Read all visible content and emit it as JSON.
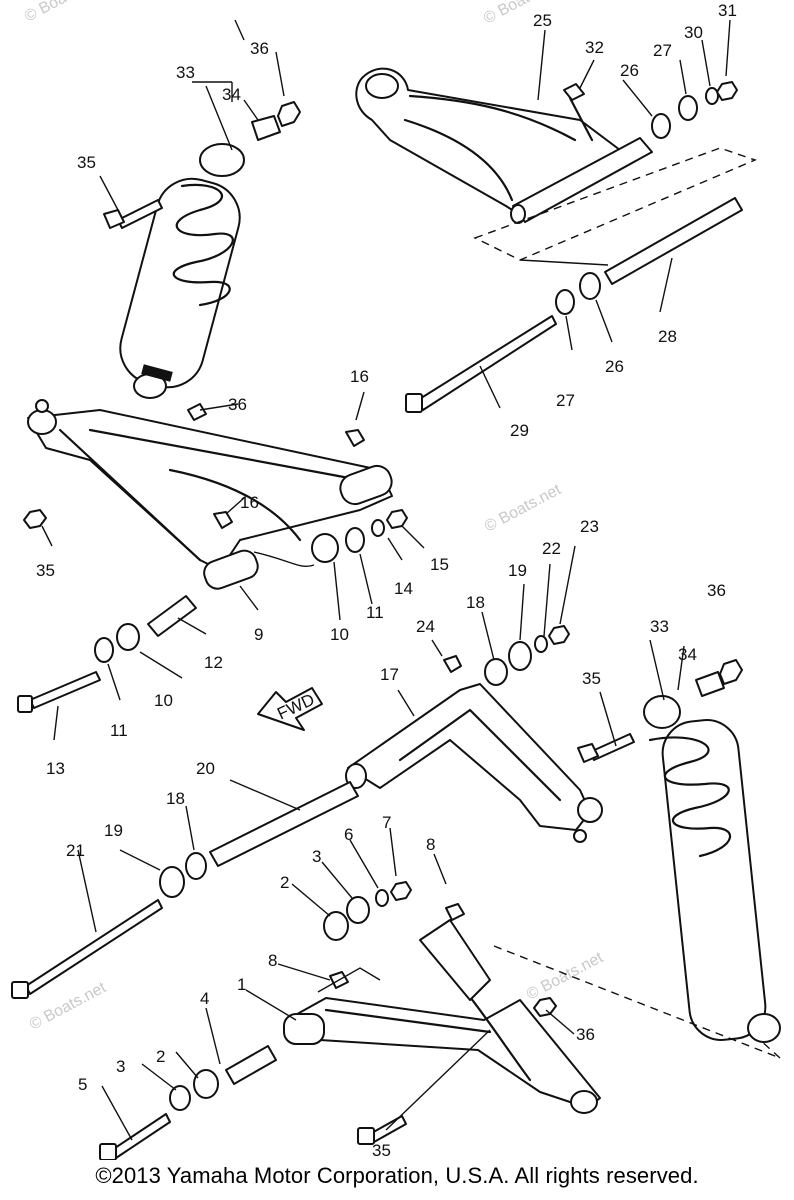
{
  "diagram": {
    "direction_label": "FWD",
    "watermark": "© Boats.net",
    "copyright": "©2013 Yamaha Motor Corporation, U.S.A. All rights reserved.",
    "callouts": [
      "1",
      "2",
      "2",
      "3",
      "3",
      "4",
      "5",
      "6",
      "7",
      "8",
      "8",
      "9",
      "10",
      "10",
      "11",
      "11",
      "12",
      "13",
      "14",
      "15",
      "16",
      "16",
      "17",
      "18",
      "18",
      "19",
      "19",
      "20",
      "21",
      "22",
      "23",
      "24",
      "25",
      "26",
      "26",
      "27",
      "27",
      "28",
      "29",
      "30",
      "31",
      "32",
      "33",
      "33",
      "34",
      "34",
      "35",
      "35",
      "35",
      "35",
      "36",
      "36",
      "36",
      "36"
    ]
  }
}
